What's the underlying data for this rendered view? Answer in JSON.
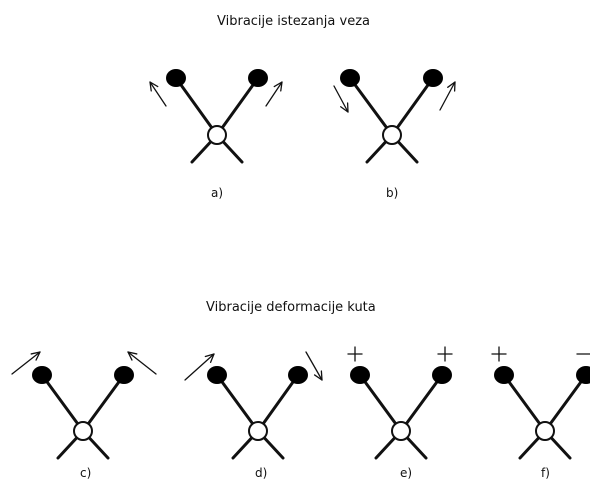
{
  "colors": {
    "ink": "#111111",
    "atom_fill": "#000000",
    "center_fill": "#ffffff"
  },
  "stretching": {
    "title": "Vibracije istezanja veza",
    "items": [
      {
        "label": "a)",
        "mode": "symmetric-stretch"
      },
      {
        "label": "b)",
        "mode": "asymmetric-stretch"
      }
    ]
  },
  "bending": {
    "title": "Vibracije deformacije kuta",
    "items": [
      {
        "label": "c)",
        "mode": "scissoring"
      },
      {
        "label": "d)",
        "mode": "rocking"
      },
      {
        "label": "e)",
        "mode": "wagging",
        "signs": [
          "+",
          "+"
        ]
      },
      {
        "label": "f)",
        "mode": "twisting",
        "signs": [
          "+",
          "−"
        ]
      }
    ]
  }
}
